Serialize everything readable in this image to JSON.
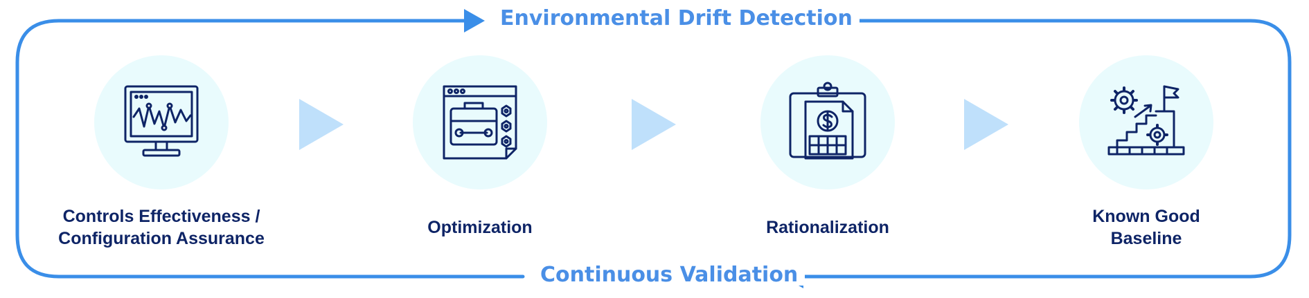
{
  "top_banner": "Environmental Drift Detection",
  "bottom_banner": "Continuous Validation",
  "stages": [
    {
      "label_lines": [
        "Controls Effectiveness /",
        "Configuration Assurance"
      ],
      "icon": "monitor-waveform-icon"
    },
    {
      "label_lines": [
        "Optimization"
      ],
      "icon": "toolbox-window-icon"
    },
    {
      "label_lines": [
        "Rationalization"
      ],
      "icon": "clipboard-dollar-icon"
    },
    {
      "label_lines": [
        "Known Good",
        "Baseline"
      ],
      "icon": "gears-stairs-flag-icon"
    }
  ],
  "colors": {
    "loop_line": "#3a8ee8",
    "banner_text": "#4a8fe6",
    "icon_bg": "#e9fbfd",
    "icon_stroke": "#0e2466",
    "chevron": "#bfe0fb",
    "label_text": "#0e2466"
  }
}
